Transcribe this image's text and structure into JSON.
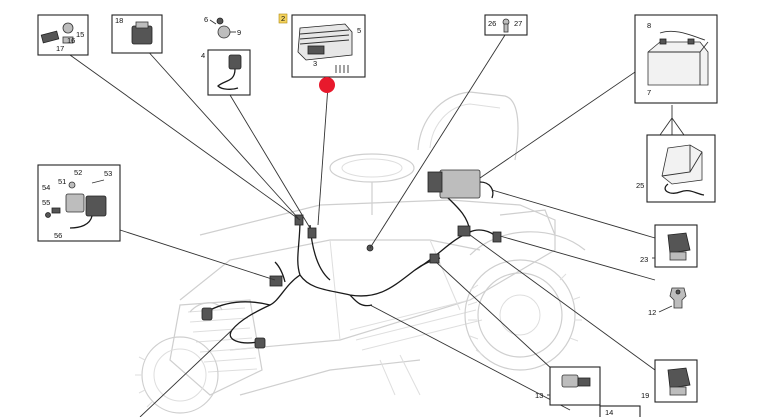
{
  "diagram": {
    "callouts": {
      "c2": "2",
      "c3": "3",
      "c4": "4",
      "c5": "5",
      "c6": "6",
      "c7": "7",
      "c8": "8",
      "c9": "9",
      "c12": "12",
      "c13": "13",
      "c14": "14",
      "c15": "15",
      "c16": "16",
      "c17": "17",
      "c18": "18",
      "c19": "19",
      "c23": "23",
      "c25": "25",
      "c26": "26",
      "c27": "27",
      "c51": "51",
      "c52": "52",
      "c53": "53",
      "c54": "54",
      "c55": "55",
      "c56": "56"
    },
    "colors": {
      "highlight_dot": "#e8192c",
      "highlight_tag": "#f4d35e",
      "ghost_line": "#cfcfcf"
    }
  }
}
